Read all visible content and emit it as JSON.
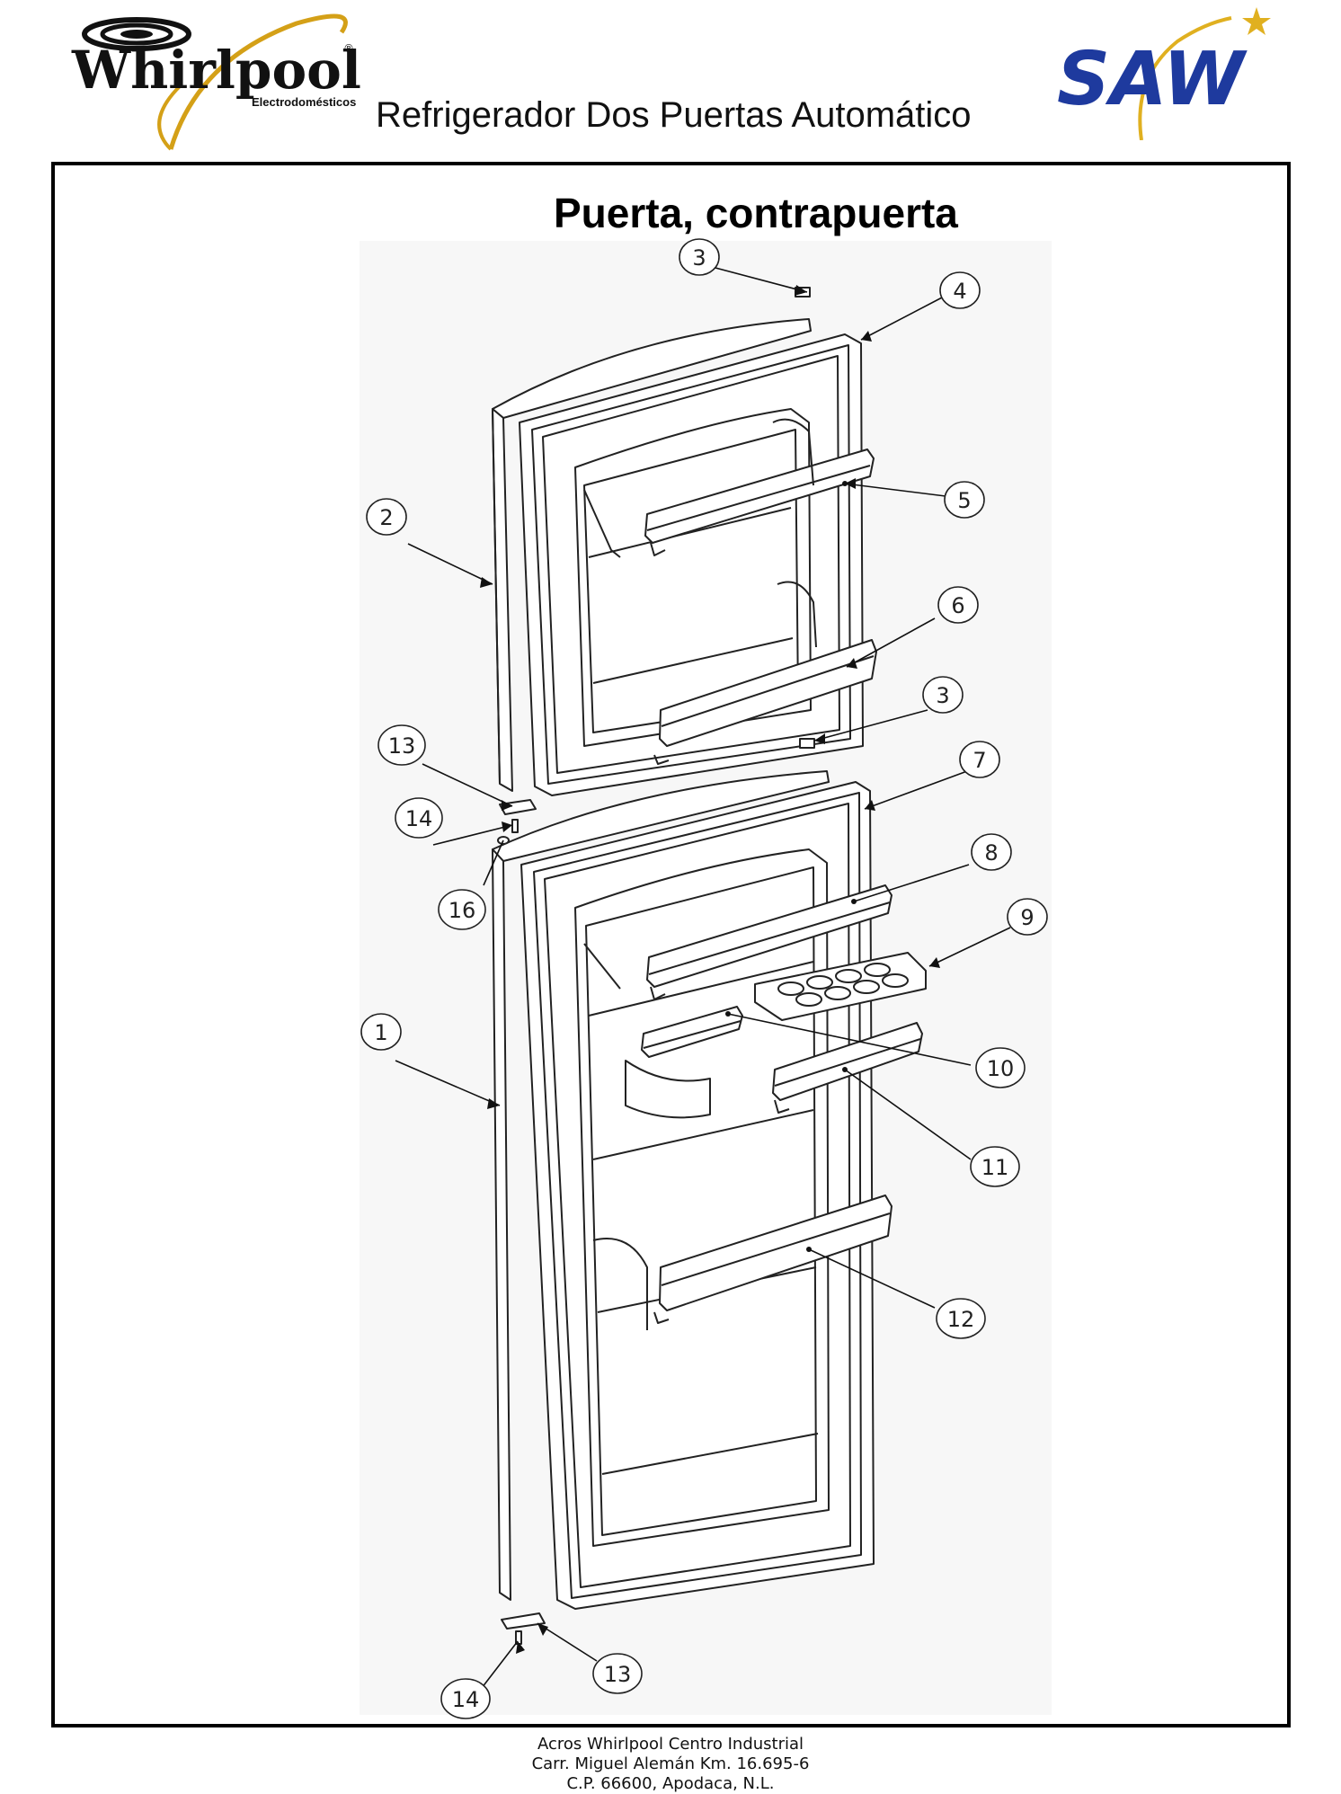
{
  "header": {
    "brand_left": "Whirlpool",
    "brand_left_sub": "Electrodomésticos",
    "brand_right": "SAW",
    "document_title": "Refrigerador Dos Puertas Automático"
  },
  "section_title": "Puerta, contrapuerta",
  "callouts": [
    {
      "id": "c3a",
      "label": "3"
    },
    {
      "id": "c4",
      "label": "4"
    },
    {
      "id": "c5",
      "label": "5"
    },
    {
      "id": "c2",
      "label": "2"
    },
    {
      "id": "c6",
      "label": "6"
    },
    {
      "id": "c3b",
      "label": "3"
    },
    {
      "id": "c13a",
      "label": "13"
    },
    {
      "id": "c7",
      "label": "7"
    },
    {
      "id": "c14a",
      "label": "14"
    },
    {
      "id": "c8",
      "label": "8"
    },
    {
      "id": "c16",
      "label": "16"
    },
    {
      "id": "c9",
      "label": "9"
    },
    {
      "id": "c1",
      "label": "1"
    },
    {
      "id": "c10",
      "label": "10"
    },
    {
      "id": "c11",
      "label": "11"
    },
    {
      "id": "c12",
      "label": "12"
    },
    {
      "id": "c13b",
      "label": "13"
    },
    {
      "id": "c14b",
      "label": "14"
    }
  ],
  "footer": {
    "line1": "Acros Whirlpool Centro Industrial",
    "line2": "Carr. Miguel Alemán Km. 16.695-6",
    "line3": "C.P. 66600, Apodaca, N.L."
  },
  "colors": {
    "whirlpool_gold": "#d4a017",
    "saw_blue": "#1e3a9e",
    "saw_star": "#e0b020"
  }
}
